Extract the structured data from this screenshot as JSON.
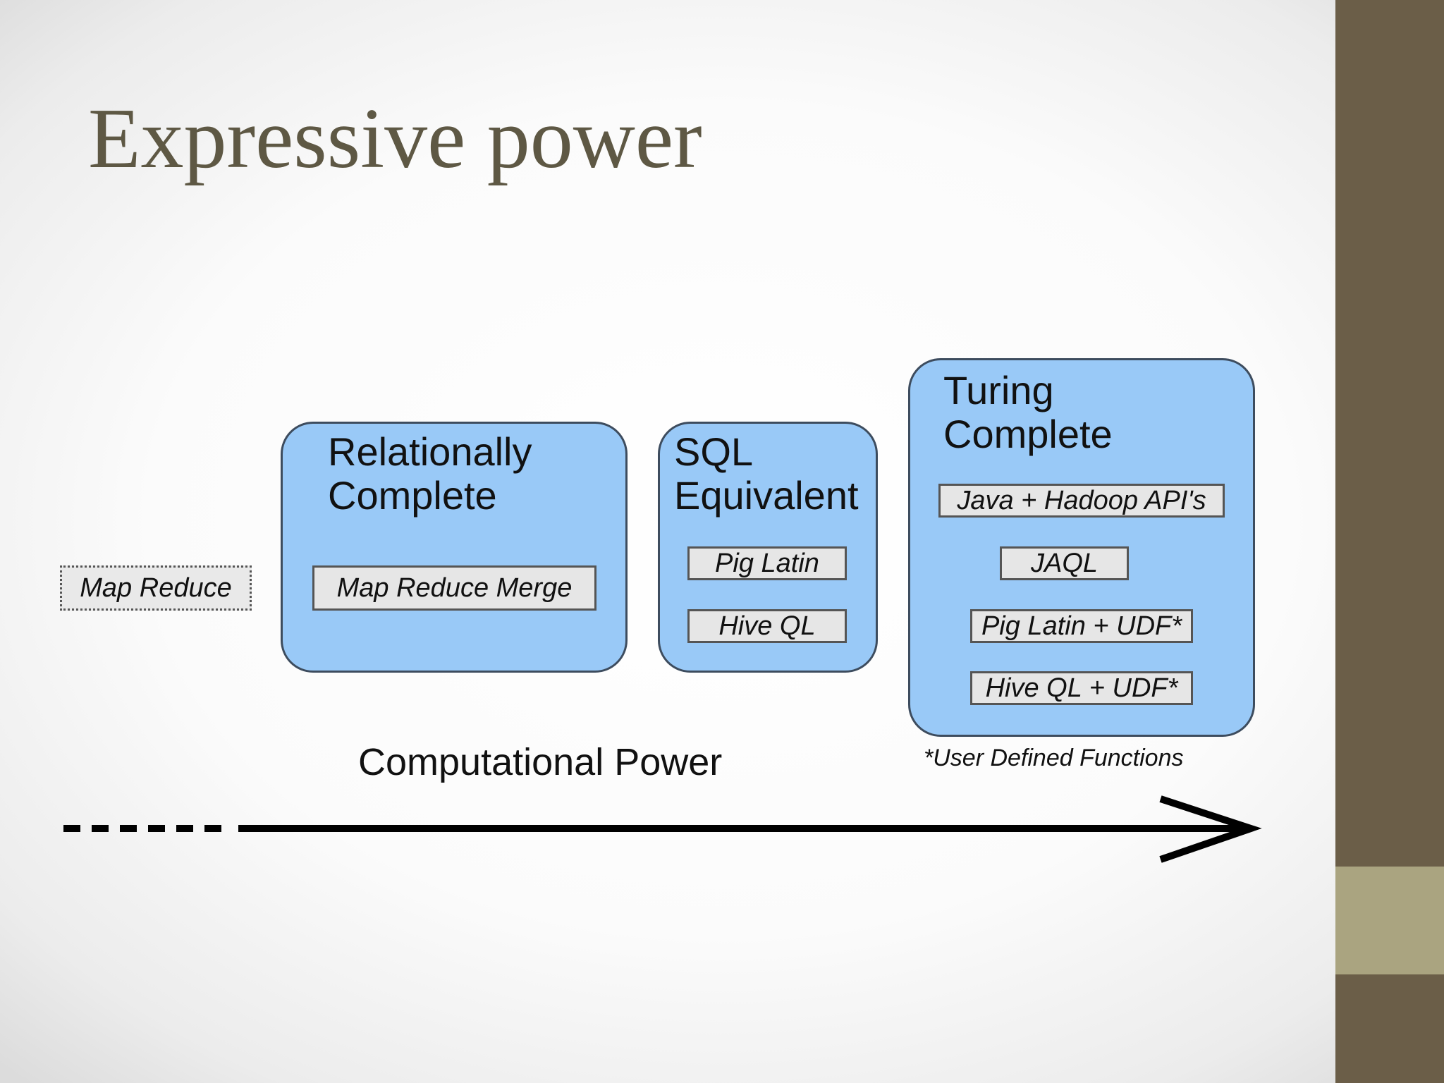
{
  "slide": {
    "title": "Expressive power"
  },
  "diagram": {
    "outside_item": "Map Reduce",
    "groups": [
      {
        "label": "Relationally\nComplete",
        "items": [
          "Map Reduce Merge"
        ]
      },
      {
        "label": "SQL\nEquivalent",
        "items": [
          "Pig Latin",
          "Hive QL"
        ]
      },
      {
        "label": "Turing\nComplete",
        "items": [
          "Java + Hadoop API's",
          "JAQL",
          "Pig Latin + UDF*",
          "Hive QL + UDF*"
        ]
      }
    ],
    "axis_label": "Computational Power",
    "footnote": "*User Defined Functions"
  },
  "colors": {
    "title": "#5e5844",
    "group_fill": "#99c9f7",
    "side_bar": "#6b5e48",
    "side_accent": "#aaa480"
  }
}
